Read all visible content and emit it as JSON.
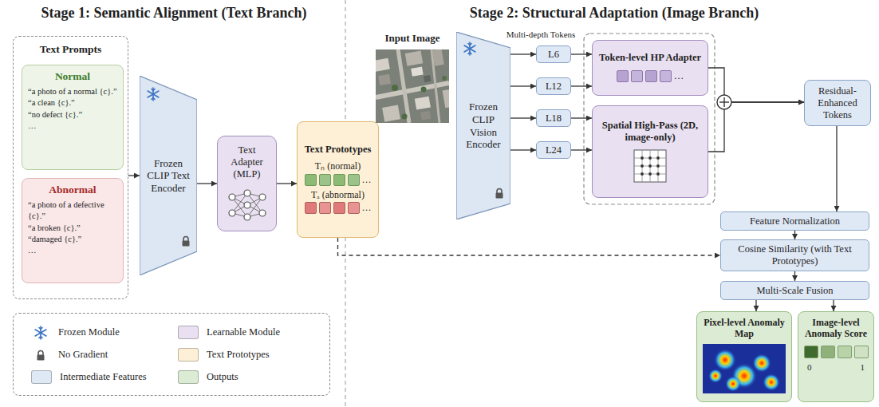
{
  "diagram": {
    "nodes": [
      {
        "text": [
          "Text Prompts"
        ]
      },
      {
        "text": [
          "Normal",
          "“a photo of a normal {c}.”",
          "“a clean {c}.”",
          "“no defect {c}.”",
          "…"
        ],
        "in": 0
      },
      {
        "text": [
          "Abnormal",
          "“a photo of a defective {c}.”",
          "“a broken {c}.”",
          "“damaged {c}.”",
          "…"
        ],
        "in": 0
      },
      {
        "text": [
          "Frozen CLIP Text Encoder"
        ]
      },
      {
        "text": [
          "Text Adapter (MLP)"
        ]
      },
      {
        "text": [
          "Text Prototypes",
          "Tₙ (normal)",
          "…",
          "Tₐ (abnormal)",
          "…"
        ]
      },
      {
        "text": [
          "Input Image"
        ]
      },
      {
        "text": [
          "Frozen CLIP Vision Encoder"
        ]
      },
      {
        "text": [
          "L6"
        ]
      },
      {
        "text": [
          "L12"
        ]
      },
      {
        "text": [
          "L18"
        ]
      },
      {
        "text": [
          "L24"
        ]
      },
      {
        "text": [
          "Token-level HP Adapter",
          "…"
        ]
      },
      {
        "text": [
          "Spatial High-Pass (2D, image-only)"
        ]
      },
      {
        "text": [
          "Residual-Enhanced Tokens"
        ]
      },
      {
        "text": [
          "Feature Normalization"
        ]
      },
      {
        "text": [
          "Cosine Similarity (with Text Prototypes)"
        ]
      },
      {
        "text": [
          "Multi-Scale Fusion"
        ]
      },
      {
        "text": [
          "Pixel-level Anomaly Map"
        ]
      },
      {
        "text": [
          "Image-level Anomaly Score",
          "0",
          "1"
        ]
      }
    ],
    "edges": [
      {
        "from": 0,
        "to": 3,
        "arrow": "to"
      },
      {
        "from": 3,
        "to": 4,
        "arrow": "to"
      },
      {
        "from": 4,
        "to": 5,
        "arrow": "to"
      },
      {
        "from": 5,
        "to": 16,
        "arrow": "to"
      },
      {
        "from": 7,
        "to": 8,
        "arrow": "to"
      },
      {
        "from": 7,
        "to": 9,
        "arrow": "to"
      },
      {
        "from": 7,
        "to": 10,
        "arrow": "to"
      },
      {
        "from": 7,
        "to": 11,
        "arrow": "to"
      },
      {
        "from": 8,
        "to": 12,
        "arrow": "to"
      },
      {
        "from": 9,
        "to": 12,
        "arrow": "to"
      },
      {
        "from": 10,
        "to": 13,
        "arrow": "to"
      },
      {
        "from": 11,
        "to": 13,
        "arrow": "to"
      },
      {
        "from": 12,
        "to": 14,
        "arrow": "to"
      },
      {
        "from": 13,
        "to": 14,
        "arrow": "to"
      },
      {
        "from": 14,
        "to": 15,
        "arrow": "to"
      },
      {
        "from": 15,
        "to": 16,
        "arrow": "to"
      },
      {
        "from": 16,
        "to": 17,
        "arrow": "to"
      },
      {
        "from": 17,
        "to": 18,
        "arrow": "to"
      },
      {
        "from": 17,
        "to": 19,
        "arrow": "to"
      }
    ],
    "labels": [
      "Stage 1: Semantic Alignment (Text Branch)",
      "Stage 2: Structural Adaptation (Image Branch)",
      "Multi-depth Tokens"
    ],
    "legend": [
      {
        "text": "Frozen Module"
      },
      {
        "text": "Learnable Module",
        "color": "#e9e0f1"
      },
      {
        "text": "No Gradient"
      },
      {
        "text": "Text Prototypes",
        "color": "#fdf0d6"
      },
      {
        "text": "Intermediate Features",
        "color": "#dfe8f5"
      },
      {
        "text": "Outputs",
        "color": "#dcebd3"
      }
    ]
  }
}
